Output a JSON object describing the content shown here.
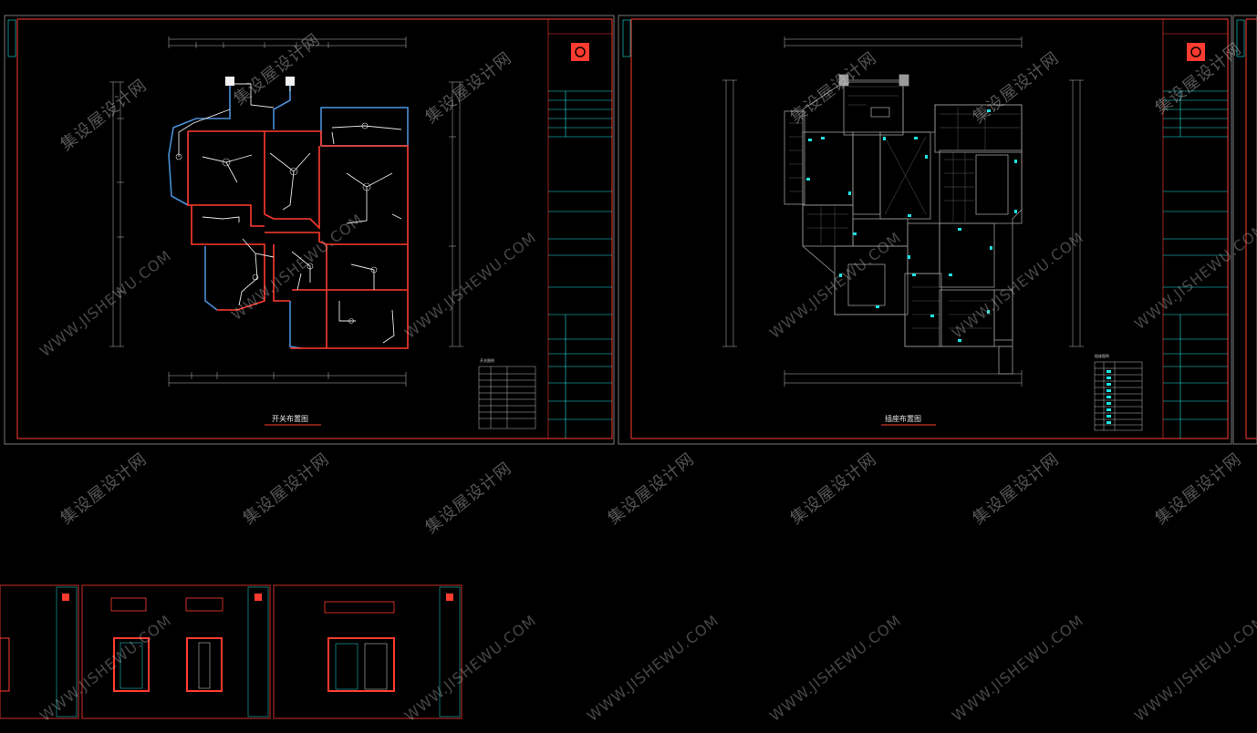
{
  "sheets": {
    "sheet1": {
      "drawing_title": "开关布置图",
      "legend_title": "开关图例"
    },
    "sheet2": {
      "drawing_title": "插座布置图",
      "legend_title": "插座图例"
    }
  },
  "watermark": {
    "cn": "集设屋设计网",
    "en": "WWW.JISHEWU.COM"
  },
  "colors": {
    "background": "#000000",
    "frame": "#ff3b2f",
    "wall_red": "#ff3b2f",
    "wall_blue": "#4a8fd6",
    "wire": "#ffffff",
    "dim": "#bbbbbb",
    "cyan": "#1ee3e3"
  }
}
